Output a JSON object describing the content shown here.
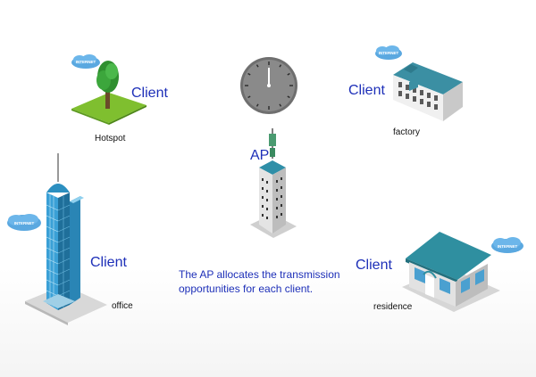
{
  "nodes": {
    "hotspot": {
      "client_label": "Client",
      "place_label": "Hotspot",
      "cloud_text": "INTERNET"
    },
    "factory": {
      "client_label": "Client",
      "place_label": "factory",
      "cloud_text": "INTERNET"
    },
    "office": {
      "client_label": "Client",
      "place_label": "office",
      "cloud_text": "INTERNET"
    },
    "residence": {
      "client_label": "Client",
      "place_label": "residence",
      "cloud_text": "INTERNET"
    }
  },
  "ap": {
    "label": "AP"
  },
  "note": {
    "line1": "The AP allocates the transmission",
    "line2": "opportunities for each client."
  },
  "icons": [
    "clock-icon",
    "tree-icon",
    "office-tower-icon",
    "factory-building-icon",
    "residence-house-icon",
    "ap-tower-icon",
    "internet-cloud-icon"
  ],
  "colors": {
    "label_blue": "#1d2fb8",
    "building_blue": "#2c8fc0",
    "roof_teal": "#3a8fa0"
  }
}
